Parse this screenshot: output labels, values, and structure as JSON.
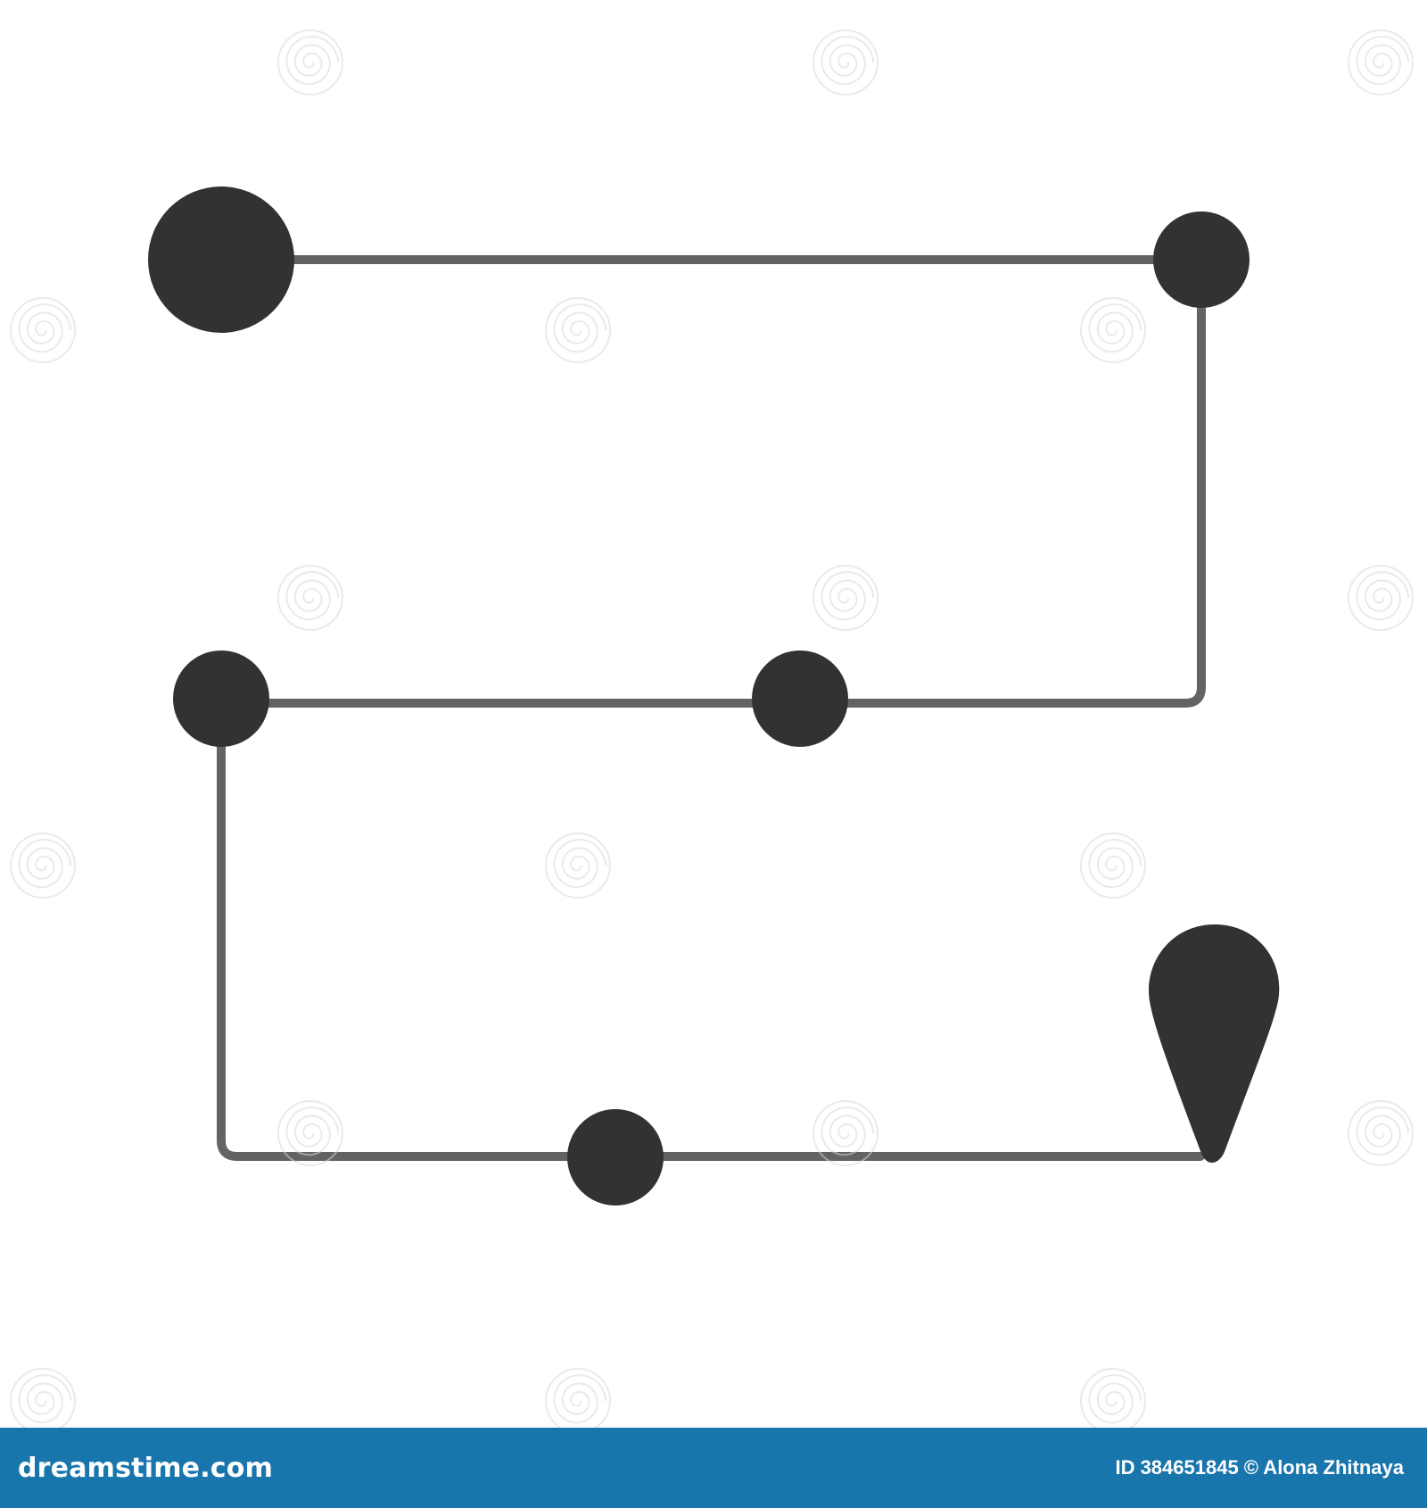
{
  "colors": {
    "background": "#ffffff",
    "path_line": "#636363",
    "marker_fill": "#323232",
    "footer_bar": "#1976ac",
    "footer_text": "#ffffff",
    "watermark": "#d9d9d9"
  },
  "icons": {
    "start_marker": "large-circle-icon",
    "waypoint_marker": "circle-icon",
    "destination_marker": "location-pin-icon",
    "watermark_mark": "spiral-icon"
  },
  "illustration": {
    "waypoints": 5,
    "destination_pins": 1
  },
  "footer": {
    "brand": "dreamstime.com",
    "image_credit": "ID 384651845 © Alona Zhitnaya"
  }
}
